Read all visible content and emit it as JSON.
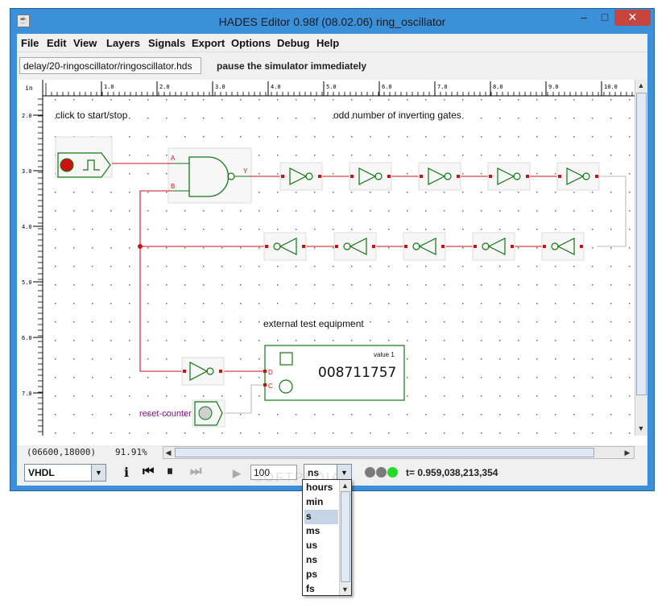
{
  "window": {
    "title": "HADES Editor 0.98f (08.02.06)   ring_oscillator",
    "minimize": "–",
    "maximize": "□",
    "close": "✕",
    "app_icon": "java-icon"
  },
  "menubar": [
    "File",
    "Edit",
    "View",
    "Layers",
    "Signals",
    "Export",
    "Options",
    "Debug",
    "Help"
  ],
  "toolbar": {
    "path": "delay/20-ringoscillator/ringoscillator.hds",
    "hint": "pause the simulator immediately"
  },
  "ruler": {
    "unit": "in",
    "x_ticks": [
      "1.0",
      "2.0",
      "3.0",
      "4.0",
      "5.0",
      "6.0",
      "7.0",
      "8.0",
      "9.0",
      "10.0"
    ],
    "y_ticks": [
      "2.0",
      "3.0",
      "4.0",
      "5.0",
      "6.0",
      "7.0"
    ]
  },
  "schematic": {
    "label_start": "click to start/stop",
    "label_gates": "odd number of inverting gates",
    "label_equipment": "external test equipment",
    "pin_a": "A",
    "pin_b": "B",
    "pin_y": "Y",
    "pin_d": "D",
    "pin_c": "C",
    "counter_title": "value 1",
    "counter_value": "008711757",
    "reset_label": "reset-counter"
  },
  "status": {
    "coords": "(06600,18000)",
    "zoom": "91.91%"
  },
  "bottombar": {
    "language": "VHDL",
    "info_icon": "i",
    "rewind_icon": "⏮",
    "pause_icon": "⏸",
    "fastforward_icon": "⏭",
    "play_icon": "▶",
    "step_value": "100",
    "unit_value": "ns",
    "sim_time": "t= 0.959,038,213,354"
  },
  "leds": [
    "#7a7a7a",
    "#7a7a7a",
    "#22dd22"
  ],
  "unit_options": [
    "hours",
    "min",
    "s",
    "ms",
    "us",
    "ns",
    "ps",
    "fs"
  ],
  "unit_selected_index": 2,
  "colors": {
    "wire": "#c8141e",
    "gate": "#117711",
    "reset_label": "#8a0a8a"
  }
}
